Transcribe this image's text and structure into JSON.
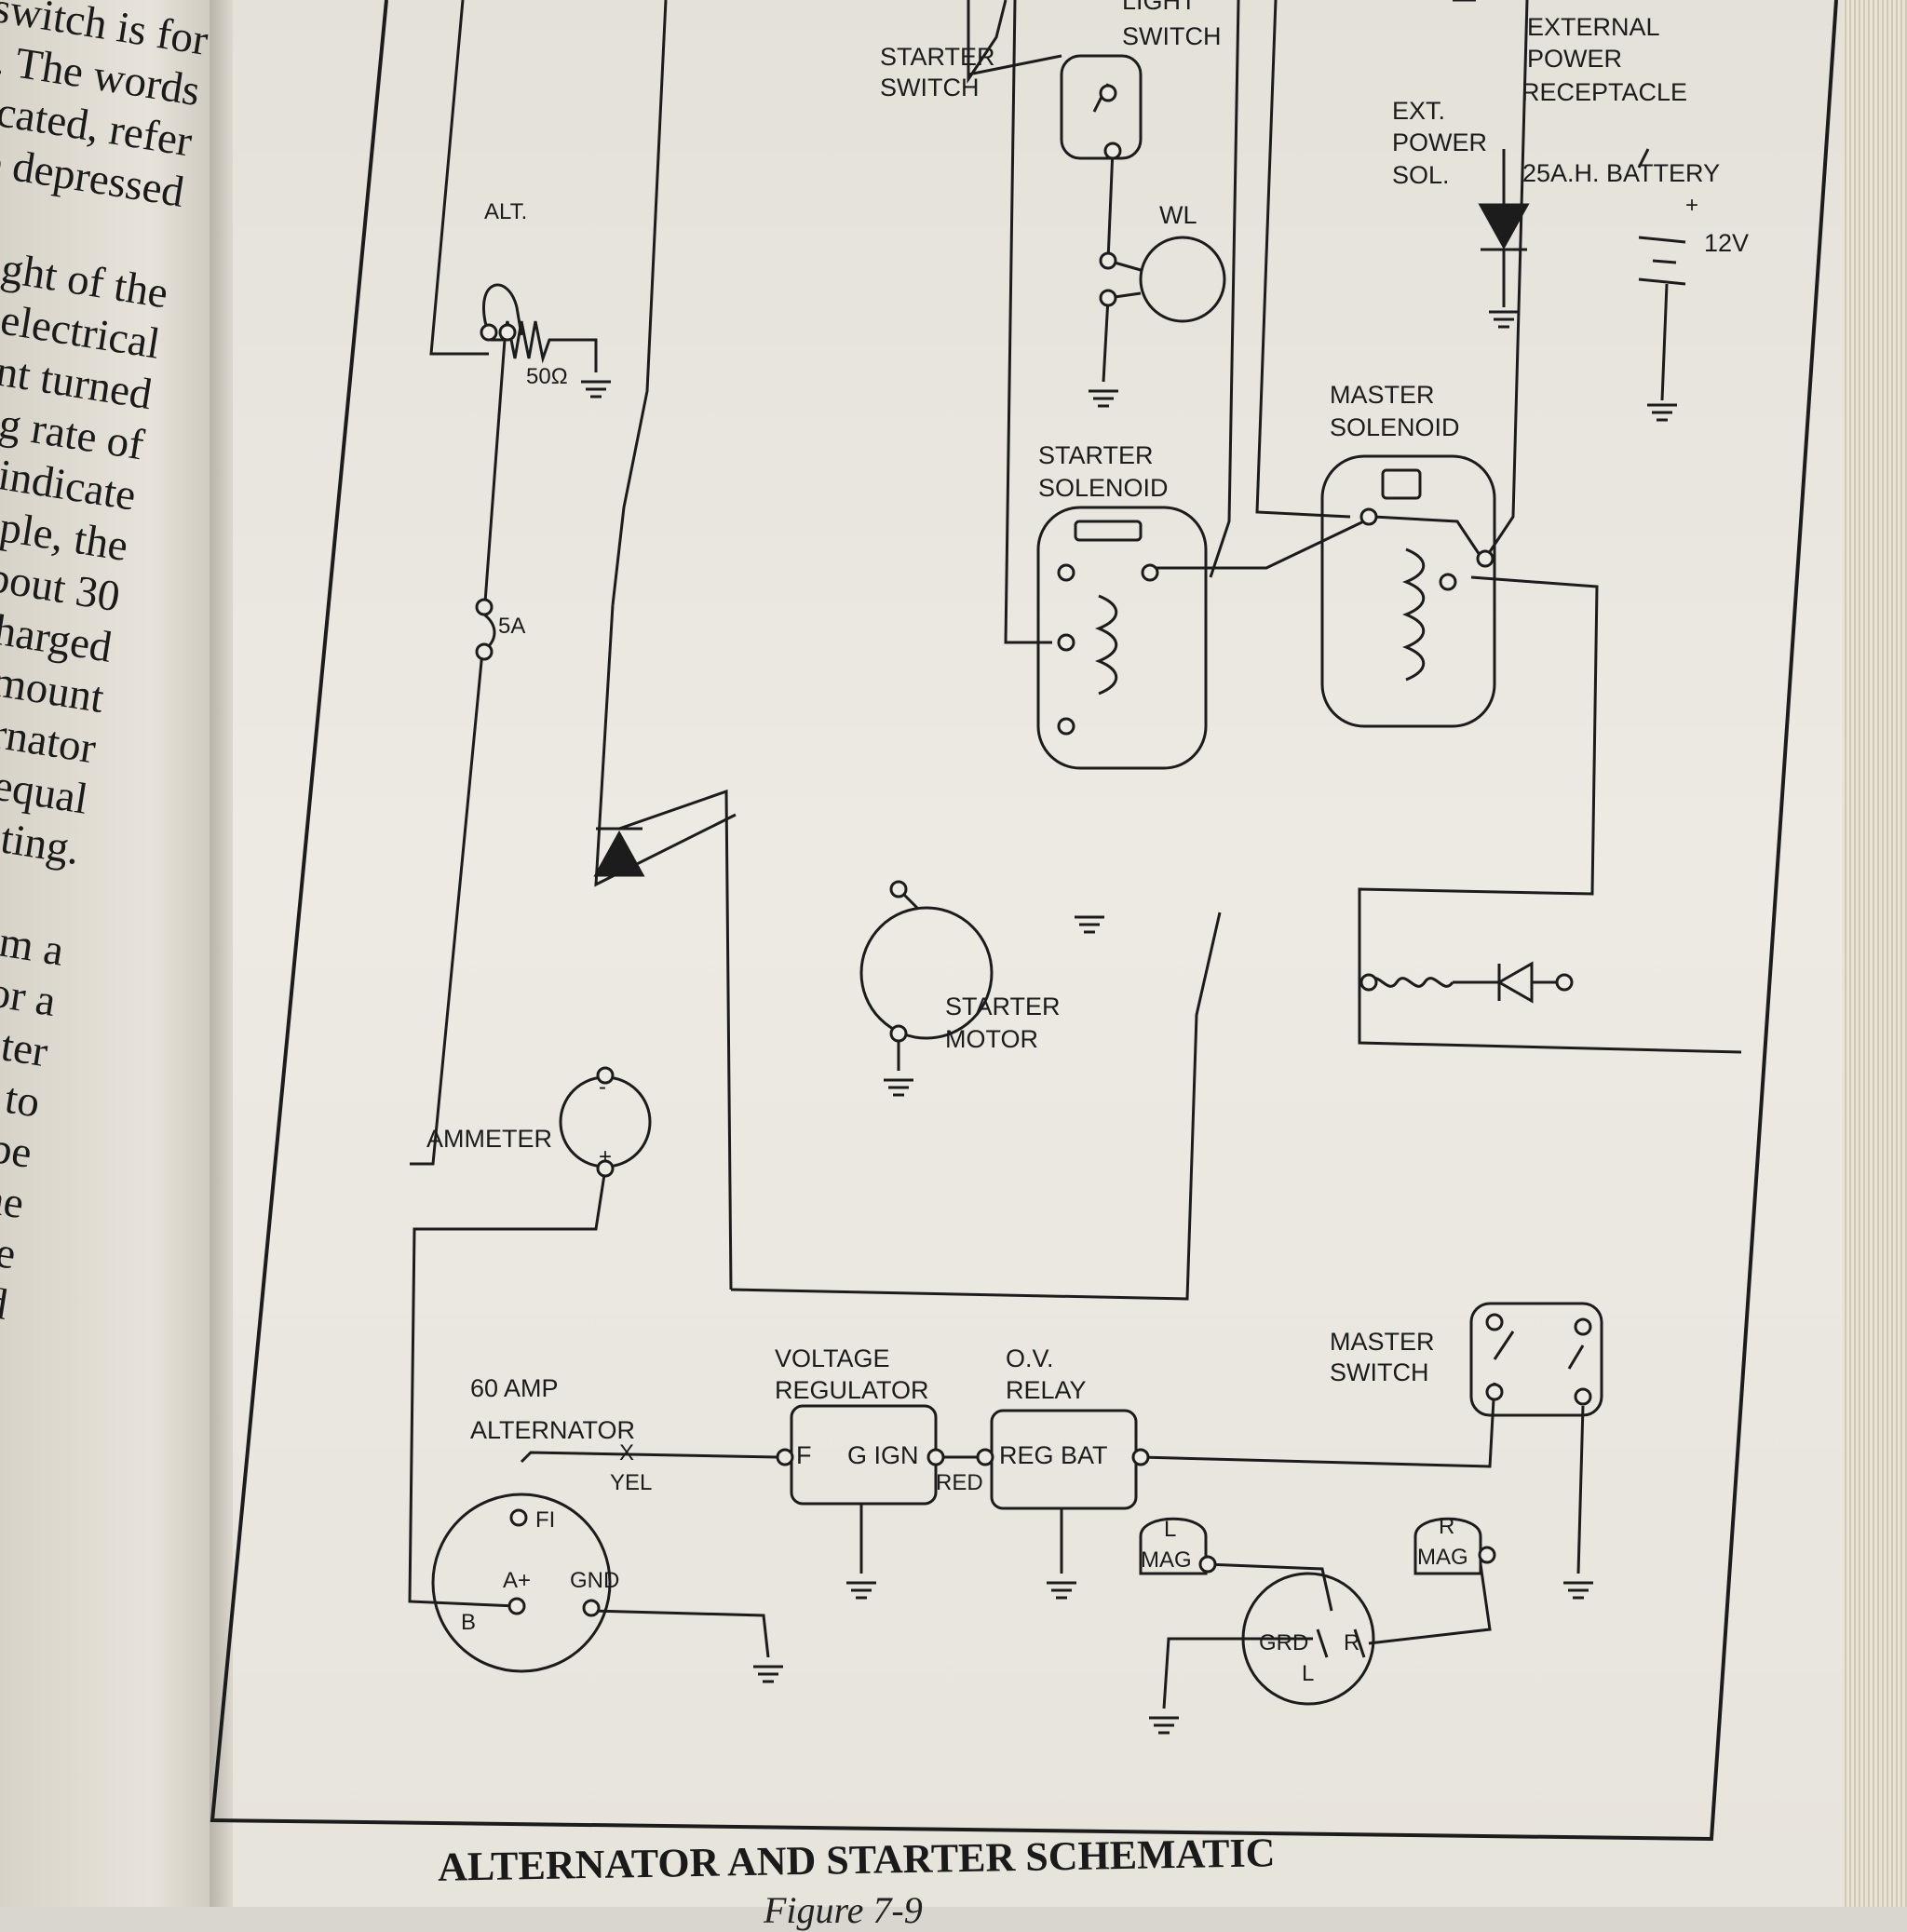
{
  "left_page_lines": [
    "switch is for",
    "). The words",
    "icated, refer",
    "e depressed",
    "",
    "ght of the",
    "electrical",
    "nt turned",
    "ng rate of",
    "indicate",
    "mple, the",
    "bout 30",
    "harged",
    "mount",
    "rnator",
    "equal",
    "ting.",
    "",
    "m a",
    "or a",
    "eter",
    "f to",
    "be",
    "he",
    "ge",
    "d",
    "l"
  ],
  "labels": {
    "light_switch_1": "LIGHT",
    "light_switch_2": "SWITCH",
    "starter_switch_1": "STARTER",
    "starter_switch_2": "SWITCH",
    "external_power_1": "EXTERNAL",
    "external_power_2": "POWER",
    "external_power_3": "RECEPTACLE",
    "ext_power_sol_1": "EXT.",
    "ext_power_sol_2": "POWER",
    "ext_power_sol_3": "SOL.",
    "battery": "25A.H. BATTERY",
    "battery_plus": "+",
    "battery_voltage": "12V",
    "alt": "ALT.",
    "resistor": "50Ω",
    "wl": "WL",
    "master_solenoid_1": "MASTER",
    "master_solenoid_2": "SOLENOID",
    "starter_solenoid_1": "STARTER",
    "starter_solenoid_2": "SOLENOID",
    "fuse": "5A",
    "starter_motor_1": "STARTER",
    "starter_motor_2": "MOTOR",
    "ammeter": "AMMETER",
    "ammeter_minus": "-",
    "ammeter_plus": "+",
    "voltage_regulator_1": "VOLTAGE",
    "voltage_regulator_2": "REGULATOR",
    "ov_relay_1": "O.V.",
    "ov_relay_2": "RELAY",
    "master_switch_1": "MASTER",
    "master_switch_2": "SWITCH",
    "alternator_1": "60 AMP",
    "alternator_2": "ALTERNATOR",
    "wire_x": "X",
    "wire_yel": "YEL",
    "wire_red": "RED",
    "reg_f": "F",
    "reg_g_ign": "G  IGN",
    "relay_reg_bat": "REG  BAT",
    "alt_fi": "FI",
    "alt_a_plus": "A+",
    "alt_gnd": "GND",
    "alt_b": "B",
    "l_mag_1": "L",
    "l_mag_2": "MAG",
    "r_mag_1": "R",
    "r_mag_2": "MAG",
    "ign_grd": "GRD",
    "ign_r": "R",
    "ign_l": "L"
  },
  "caption": "ALTERNATOR AND STARTER SCHEMATIC",
  "figure_number": "Figure 7-9"
}
